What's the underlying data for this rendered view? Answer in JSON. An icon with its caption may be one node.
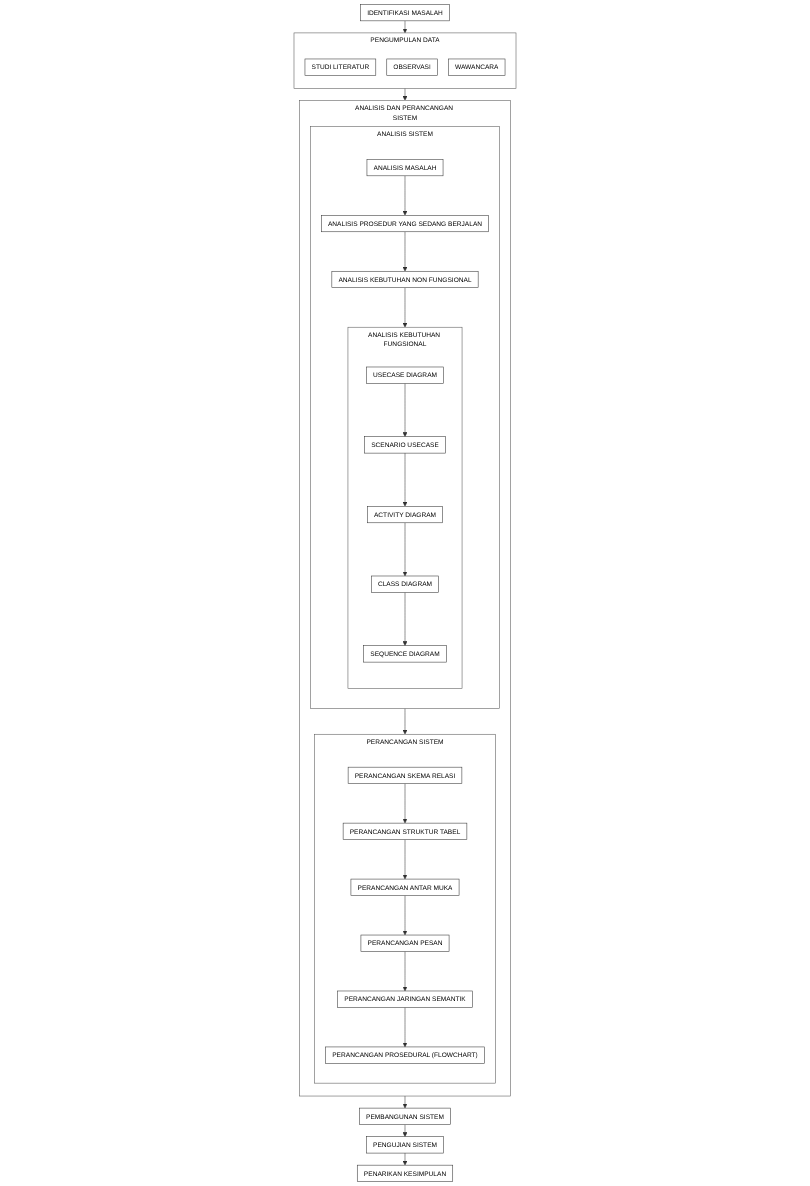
{
  "diagram": {
    "nodes": [
      {
        "text": [
          "IDENTIFIKASI MASALAH"
        ]
      },
      {
        "text": [
          "PENGUMPULAN DATA"
        ]
      },
      {
        "text": [
          "STUDI LITERATUR"
        ],
        "in": 1
      },
      {
        "text": [
          "OBSERVASI"
        ],
        "in": 1
      },
      {
        "text": [
          "WAWANCARA"
        ],
        "in": 1
      },
      {
        "text": [
          "ANALISIS DAN PERANCANGAN SISTEM"
        ]
      },
      {
        "text": [
          "ANALISIS SISTEM"
        ],
        "in": 5
      },
      {
        "text": [
          "ANALISIS MASALAH"
        ],
        "in": 6
      },
      {
        "text": [
          "ANALISIS PROSEDUR YANG SEDANG BERJALAN"
        ],
        "in": 6
      },
      {
        "text": [
          "ANALISIS KEBUTUHAN NON FUNGSIONAL"
        ],
        "in": 6
      },
      {
        "text": [
          "ANALISIS KEBUTUHAN FUNGSIONAL"
        ],
        "in": 6
      },
      {
        "text": [
          "USECASE DIAGRAM"
        ],
        "in": 10
      },
      {
        "text": [
          "SCENARIO USECASE"
        ],
        "in": 10
      },
      {
        "text": [
          "ACTIVITY DIAGRAM"
        ],
        "in": 10
      },
      {
        "text": [
          "CLASS DIAGRAM"
        ],
        "in": 10
      },
      {
        "text": [
          "SEQUENCE DIAGRAM"
        ],
        "in": 10
      },
      {
        "text": [
          "PERANCANGAN SISTEM"
        ],
        "in": 5
      },
      {
        "text": [
          "PERANCANGAN SKEMA RELASI"
        ],
        "in": 16
      },
      {
        "text": [
          "PERANCANGAN STRUKTUR TABEL"
        ],
        "in": 16
      },
      {
        "text": [
          "PERANCANGAN ANTAR MUKA"
        ],
        "in": 16
      },
      {
        "text": [
          "PERANCANGAN PESAN"
        ],
        "in": 16
      },
      {
        "text": [
          "PERANCANGAN JARINGAN SEMANTIK"
        ],
        "in": 16
      },
      {
        "text": [
          "PERANCANGAN PROSEDURAL (FLOWCHART)"
        ],
        "in": 16
      },
      {
        "text": [
          "PEMBANGUNAN SISTEM"
        ]
      },
      {
        "text": [
          "PENGUJIAN SISTEM"
        ]
      },
      {
        "text": [
          "PENARIKAN KESIMPULAN"
        ]
      }
    ],
    "edges": [
      {
        "from": 0,
        "to": 1,
        "arrow": "to"
      },
      {
        "from": 1,
        "to": 5,
        "arrow": "to"
      },
      {
        "from": 7,
        "to": 8,
        "arrow": "to"
      },
      {
        "from": 8,
        "to": 9,
        "arrow": "to"
      },
      {
        "from": 9,
        "to": 10,
        "arrow": "to"
      },
      {
        "from": 11,
        "to": 12,
        "arrow": "to"
      },
      {
        "from": 12,
        "to": 13,
        "arrow": "to"
      },
      {
        "from": 13,
        "to": 14,
        "arrow": "to"
      },
      {
        "from": 14,
        "to": 15,
        "arrow": "to"
      },
      {
        "from": 6,
        "to": 16,
        "arrow": "to"
      },
      {
        "from": 17,
        "to": 18,
        "arrow": "to"
      },
      {
        "from": 18,
        "to": 19,
        "arrow": "to"
      },
      {
        "from": 19,
        "to": 20,
        "arrow": "to"
      },
      {
        "from": 20,
        "to": 21,
        "arrow": "to"
      },
      {
        "from": 21,
        "to": 22,
        "arrow": "to"
      },
      {
        "from": 5,
        "to": 23,
        "arrow": "to"
      },
      {
        "from": 23,
        "to": 24,
        "arrow": "to"
      },
      {
        "from": 24,
        "to": 25,
        "arrow": "to"
      }
    ]
  }
}
